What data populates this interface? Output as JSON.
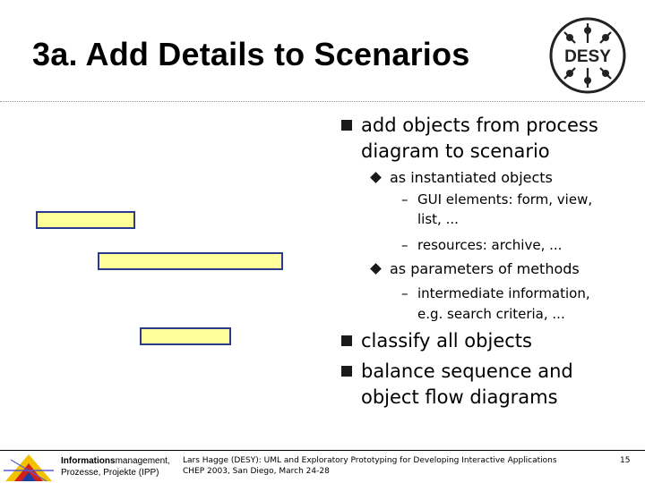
{
  "slide": {
    "title": "3a. Add Details to Scenarios",
    "logo_text": "DESY",
    "bullets": [
      {
        "line1": "add objects from process",
        "line2": "diagram to scenario"
      },
      {
        "line1": "classify all objects"
      },
      {
        "line1": "balance sequence and",
        "line2": "object flow diagrams"
      }
    ],
    "sub_bullets": [
      {
        "text": "as instantiated objects"
      },
      {
        "text": "as parameters of methods"
      }
    ],
    "sub_sub_bullets": [
      {
        "line1": "GUI elements: form, view,",
        "line2": "list, ..."
      },
      {
        "line1": "resources: archive, ..."
      },
      {
        "line1": "intermediate information,",
        "line2": "e.g. search criteria, ..."
      }
    ],
    "dash": "–"
  },
  "colors": {
    "box_fill": "#ffff99",
    "box_border": "#2a3b8f"
  },
  "footer": {
    "org_bold": "Informations",
    "org_rest": "management,",
    "org_line2": "Prozesse, Projekte (IPP)",
    "citation_line1": "Lars Hagge (DESY): UML and Exploratory Prototyping for Developing Interactive Applications",
    "citation_line2": "CHEP 2003, San Diego, March 24-28",
    "page_number": "15"
  }
}
